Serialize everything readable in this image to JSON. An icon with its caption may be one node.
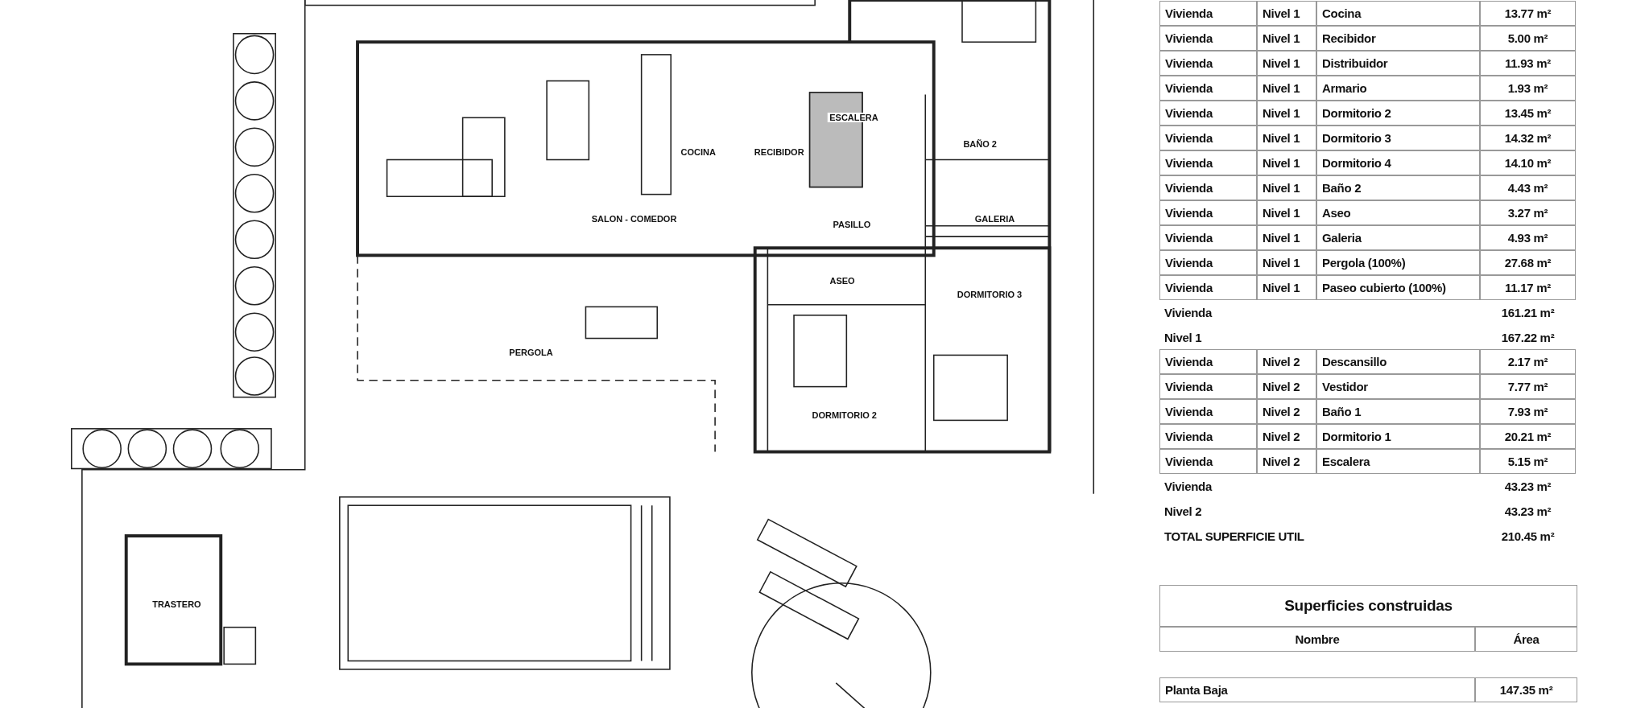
{
  "diagram": {
    "labels": [
      "ESCALERA",
      "COCINA",
      "RECIBIDOR",
      "BAÑO 2",
      "SALON - COMEDOR",
      "GALERIA",
      "PASILLO",
      "ASEO",
      "DORMITORIO 3",
      "PERGOLA",
      "DORMITORIO 2",
      "TRASTERO",
      "Vivienda",
      "Nivel 1",
      "Cocina",
      "13.77 m²",
      "Vivienda",
      "Nivel 1",
      "Recibidor",
      "5.00 m²",
      "Vivienda",
      "Nivel 1",
      "Distribuidor",
      "11.93 m²",
      "Vivienda",
      "Nivel 1",
      "Armario",
      "1.93 m²",
      "Vivienda",
      "Nivel 1",
      "Dormitorio 2",
      "13.45 m²",
      "Vivienda",
      "Nivel 1",
      "Dormitorio 3",
      "14.32 m²",
      "Vivienda",
      "Nivel 1",
      "Dormitorio 4",
      "14.10 m²",
      "Vivienda",
      "Nivel 1",
      "Baño 2",
      "4.43 m²",
      "Vivienda",
      "Nivel 1",
      "Aseo",
      "3.27 m²",
      "Vivienda",
      "Nivel 1",
      "Galeria",
      "4.93 m²",
      "Vivienda",
      "Nivel 1",
      "Pergola (100%)",
      "27.68 m²",
      "Vivienda",
      "Nivel 1",
      "Paseo cubierto (100%)",
      "11.17 m²",
      "Vivienda",
      "161.21 m²",
      "Nivel 1",
      "167.22 m²",
      "Vivienda",
      "Nivel 2",
      "Descansillo",
      "2.17 m²",
      "Vivienda",
      "Nivel 2",
      "Vestidor",
      "7.77 m²",
      "Vivienda",
      "Nivel 2",
      "Baño 1",
      "7.93 m²",
      "Vivienda",
      "Nivel 2",
      "Dormitorio 1",
      "20.21 m²",
      "Vivienda",
      "Nivel 2",
      "Escalera",
      "5.15 m²",
      "Vivienda",
      "43.23 m²",
      "Nivel 2",
      "43.23 m²",
      "TOTAL SUPERFICIE UTIL",
      "210.45 m²",
      "Superficies construidas",
      "Nombre",
      "Área",
      "Planta Baja",
      "147.35 m²"
    ]
  }
}
